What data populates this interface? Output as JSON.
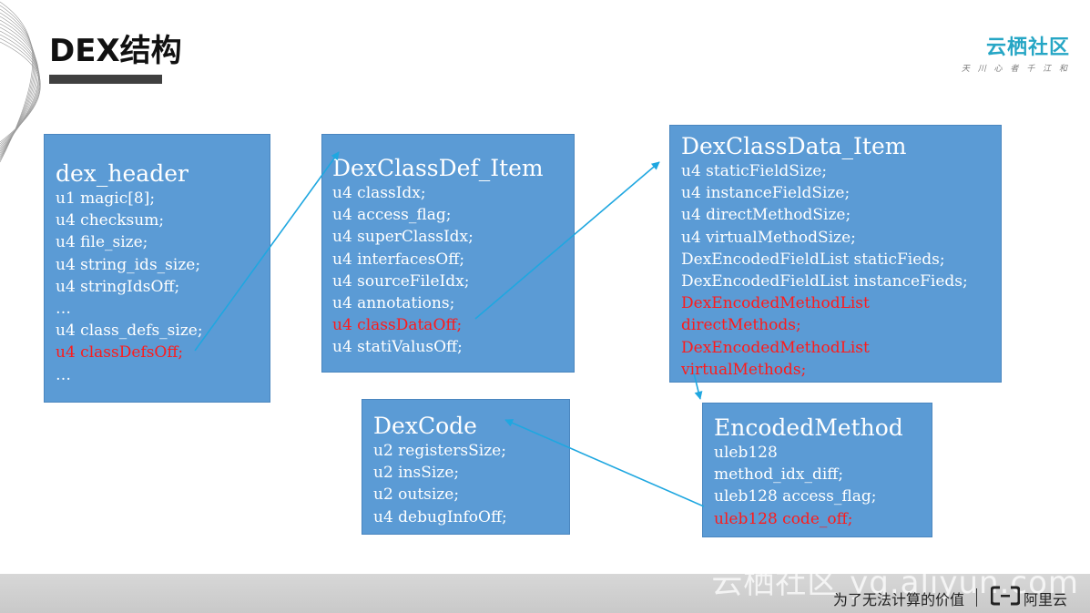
{
  "header": {
    "title": "DEX结构",
    "brand_name": "云栖社区",
    "brand_slogan": "天 川 心 者 千 江 和"
  },
  "boxes": {
    "dex_header": {
      "title": "dex_header",
      "lines": [
        "u1  magic[8];",
        "u4 checksum;",
        "u4 file_size;",
        "u4 string_ids_size;",
        "u4 stringIdsOff;",
        "…",
        "u4 class_defs_size;",
        "u4 classDefsOff;",
        "…"
      ]
    },
    "classdef_item": {
      "title": "DexClassDef_Item",
      "lines": [
        "u4 classIdx;",
        "u4 access_flag;",
        "u4 superClassIdx;",
        "u4 interfacesOff;",
        "u4 sourceFileIdx;",
        "u4 annotations;",
        "u4 classDataOff;",
        "u4 statiValusOff;"
      ]
    },
    "classdata_item": {
      "title": "DexClassData_Item",
      "lines": [
        "u4 staticFieldSize;",
        "u4 instanceFieldSize;",
        "u4 directMethodSize;",
        "u4 virtualMethodSize;",
        "DexEncodedFieldList staticFieds;",
        "DexEncodedFieldList instanceFieds;",
        "DexEncodedMethodList",
        "directMethods;",
        "DexEncodedMethodList",
        "virtualMethods;"
      ]
    },
    "dexcode": {
      "title": "DexCode",
      "lines": [
        "u2 registersSize;",
        "u2 insSize;",
        "u2 outsize;",
        "u4 debugInfoOff;"
      ]
    },
    "encoded_method": {
      "title": "EncodedMethod",
      "lines": [
        "uleb128",
        "method_idx_diff;",
        "uleb128 access_flag;",
        "uleb128 code_off;"
      ]
    }
  },
  "colors": {
    "box_fill": "#5b9bd5",
    "highlight_text": "#ff1a1a",
    "arrow": "#1fa7e0",
    "brand": "#26a6c5"
  },
  "footer": {
    "watermark": "云栖社区 yq.aliyun.com",
    "slogan": "为了无法计算的价值",
    "brand": "阿里云"
  }
}
